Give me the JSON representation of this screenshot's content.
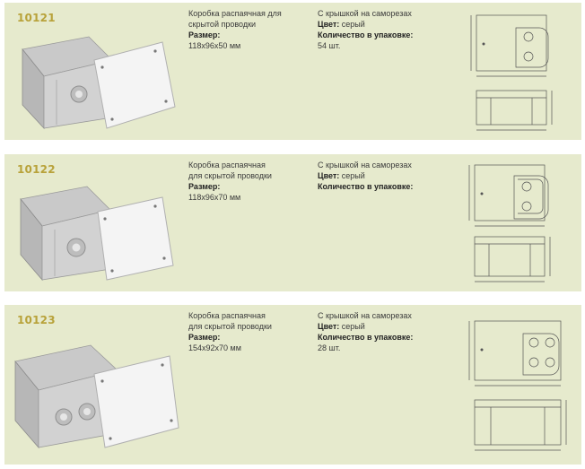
{
  "products": [
    {
      "code": "10121",
      "desc_lines": [
        "Коробка распаячная для",
        "скрытой проводки"
      ],
      "size_label": "Размер:",
      "size_value": "118х96х50 мм",
      "feature": "С крышкой на саморезах",
      "color_label": "Цвет:",
      "color_value": "серый",
      "qty_label": "Количество в упаковке:",
      "qty_value": "54 шт."
    },
    {
      "code": "10122",
      "desc_lines": [
        "Коробка распаячная",
        "для скрытой проводки"
      ],
      "size_label": "Размер:",
      "size_value": "118х96х70 мм",
      "feature": "С крышкой на саморезах",
      "color_label": "Цвет:",
      "color_value": "серый",
      "qty_label": "Количество в упаковке:",
      "qty_value": ""
    },
    {
      "code": "10123",
      "desc_lines": [
        "Коробка распаячная",
        "для скрытой проводки"
      ],
      "size_label": "Размер:",
      "size_value": "154х92х70 мм",
      "feature": "С крышкой на саморезах",
      "color_label": "Цвет:",
      "color_value": "серый",
      "qty_label": "Количество в упаковке:",
      "qty_value": "28 шт."
    }
  ],
  "colors": {
    "row_bg": "#e6eacd",
    "code_text": "#b8a23a"
  },
  "icons": {
    "photo": "junction-box-photo",
    "drawing": "technical-drawing"
  }
}
